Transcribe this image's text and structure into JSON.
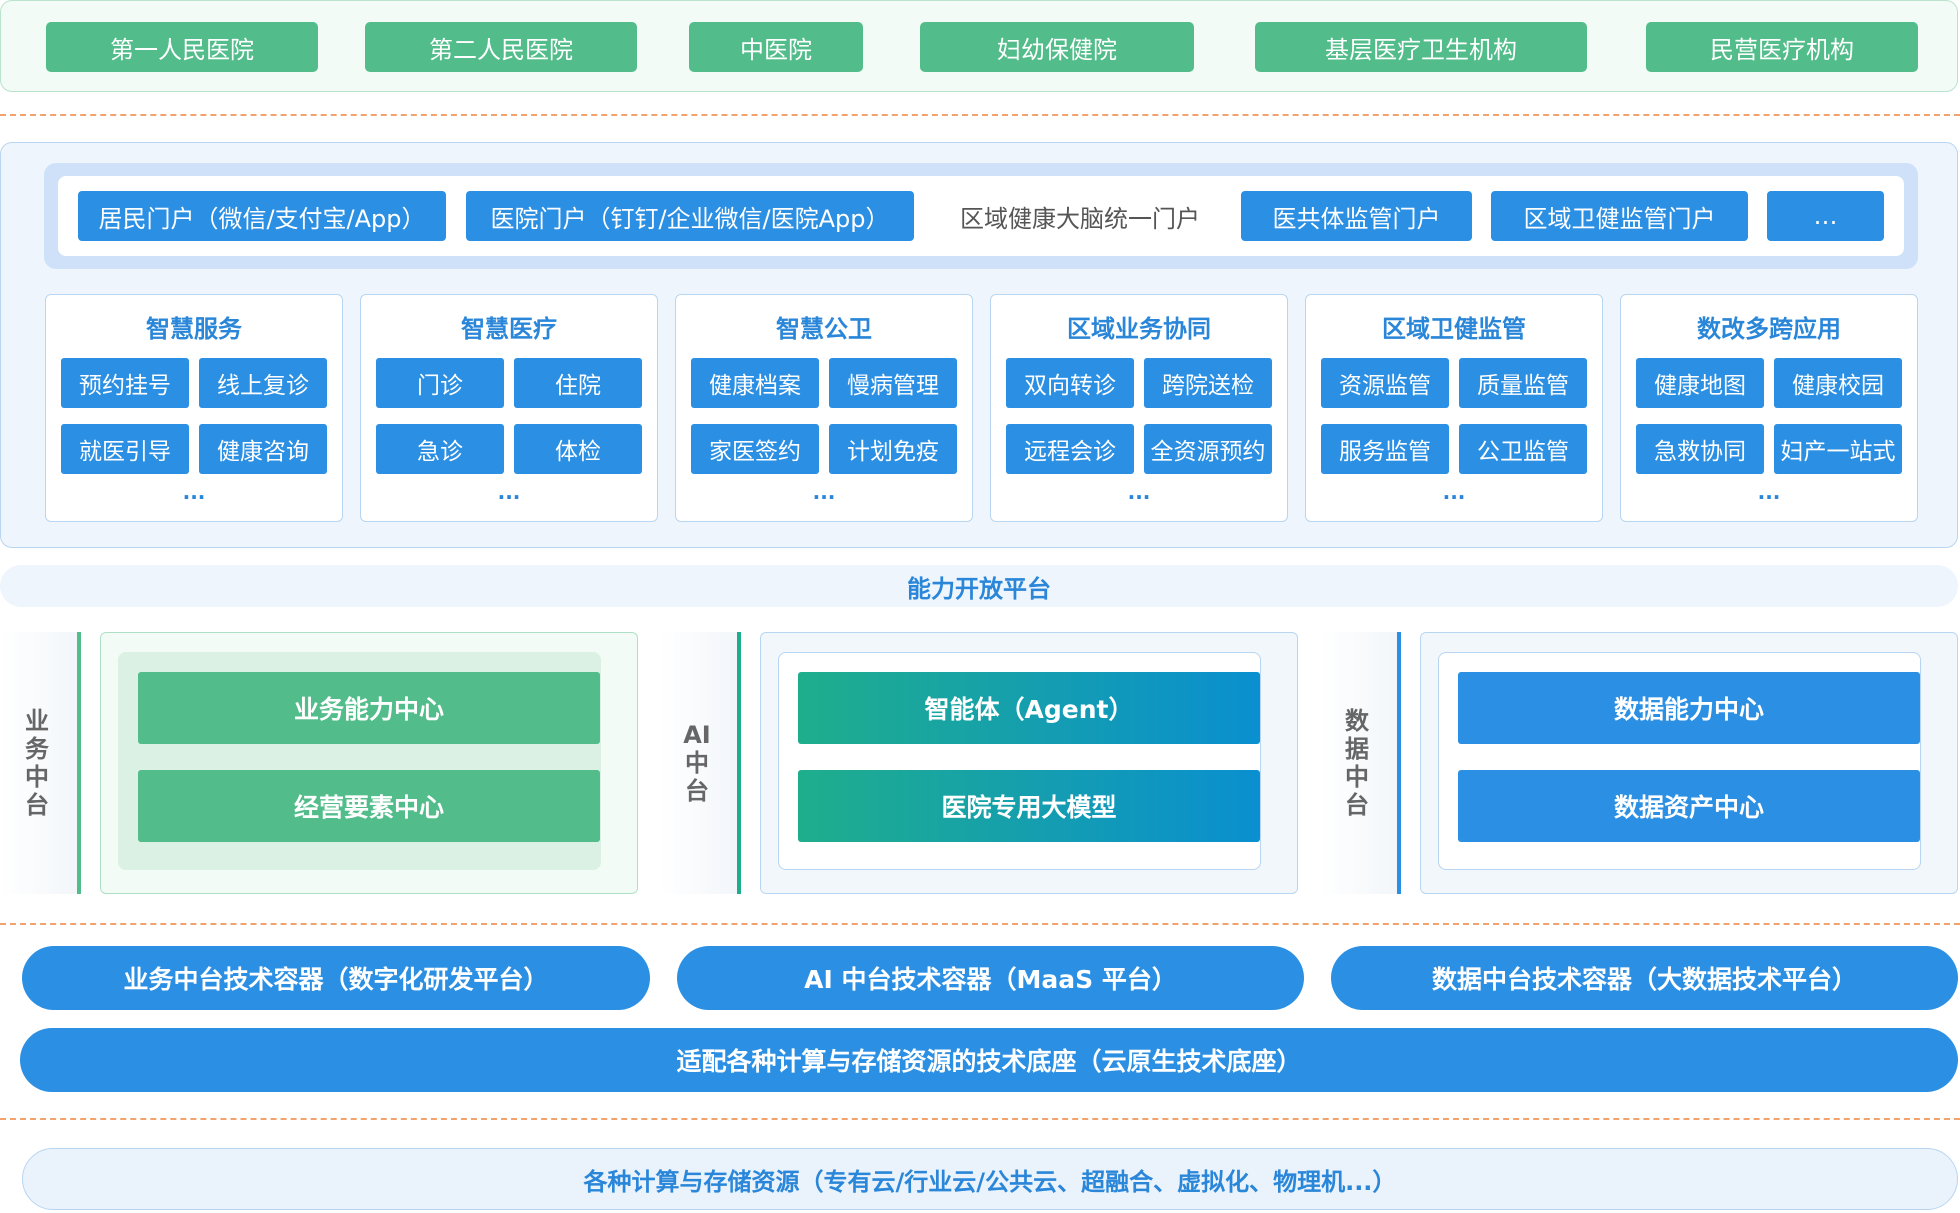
{
  "institutions": [
    "第一人民医院",
    "第二人民医院",
    "中医院",
    "妇幼保健院",
    "基层医疗卫生机构",
    "民营医疗机构"
  ],
  "portals": {
    "buttons_left": [
      "居民门户（微信/支付宝/App）",
      "医院门户（钉钉/企业微信/医院App）"
    ],
    "center_text": "区域健康大脑统一门户",
    "buttons_right": [
      "医共体监管门户",
      "区域卫健监管门户",
      "…"
    ]
  },
  "modules": [
    {
      "title": "智慧服务",
      "items": [
        "预约挂号",
        "线上复诊",
        "就医引导",
        "健康咨询"
      ],
      "more": "..."
    },
    {
      "title": "智慧医疗",
      "items": [
        "门诊",
        "住院",
        "急诊",
        "体检"
      ],
      "more": "..."
    },
    {
      "title": "智慧公卫",
      "items": [
        "健康档案",
        "慢病管理",
        "家医签约",
        "计划免疫"
      ],
      "more": "..."
    },
    {
      "title": "区域业务协同",
      "items": [
        "双向转诊",
        "跨院送检",
        "远程会诊",
        "全资源预约"
      ],
      "more": "..."
    },
    {
      "title": "区域卫健监管",
      "items": [
        "资源监管",
        "质量监管",
        "服务监管",
        "公卫监管"
      ],
      "more": "..."
    },
    {
      "title": "数改多跨应用",
      "items": [
        "健康地图",
        "健康校园",
        "急救协同",
        "妇产一站式"
      ],
      "more": "..."
    }
  ],
  "capability_platform": "能力开放平台",
  "platforms": [
    {
      "label": [
        "业",
        "务",
        "中",
        "台"
      ],
      "items": [
        "业务能力中心",
        "经营要素中心"
      ]
    },
    {
      "label": [
        "AI",
        "中",
        "台"
      ],
      "items": [
        "智能体（Agent）",
        "医院专用大模型"
      ]
    },
    {
      "label": [
        "数",
        "据",
        "中",
        "台"
      ],
      "items": [
        "数据能力中心",
        "数据资产中心"
      ]
    }
  ],
  "tech_containers": [
    "业务中台技术容器（数字化研发平台）",
    "AI 中台技术容器（MaaS 平台）",
    "数据中台技术容器（大数据技术平台）"
  ],
  "tech_base": "适配各种计算与存储资源的技术底座（云原生技术底座）",
  "resources": "各种计算与存储资源（专有云/行业云/公共云、超融合、虚拟化、物理机...）",
  "colors": {
    "green": "#52bd8a",
    "blue": "#2b8fe3",
    "teal_gradient": [
      "#1fae8c",
      "#0a8fd0"
    ],
    "title_blue": "#2a86d8",
    "dash_orange": "#f2a36d"
  }
}
